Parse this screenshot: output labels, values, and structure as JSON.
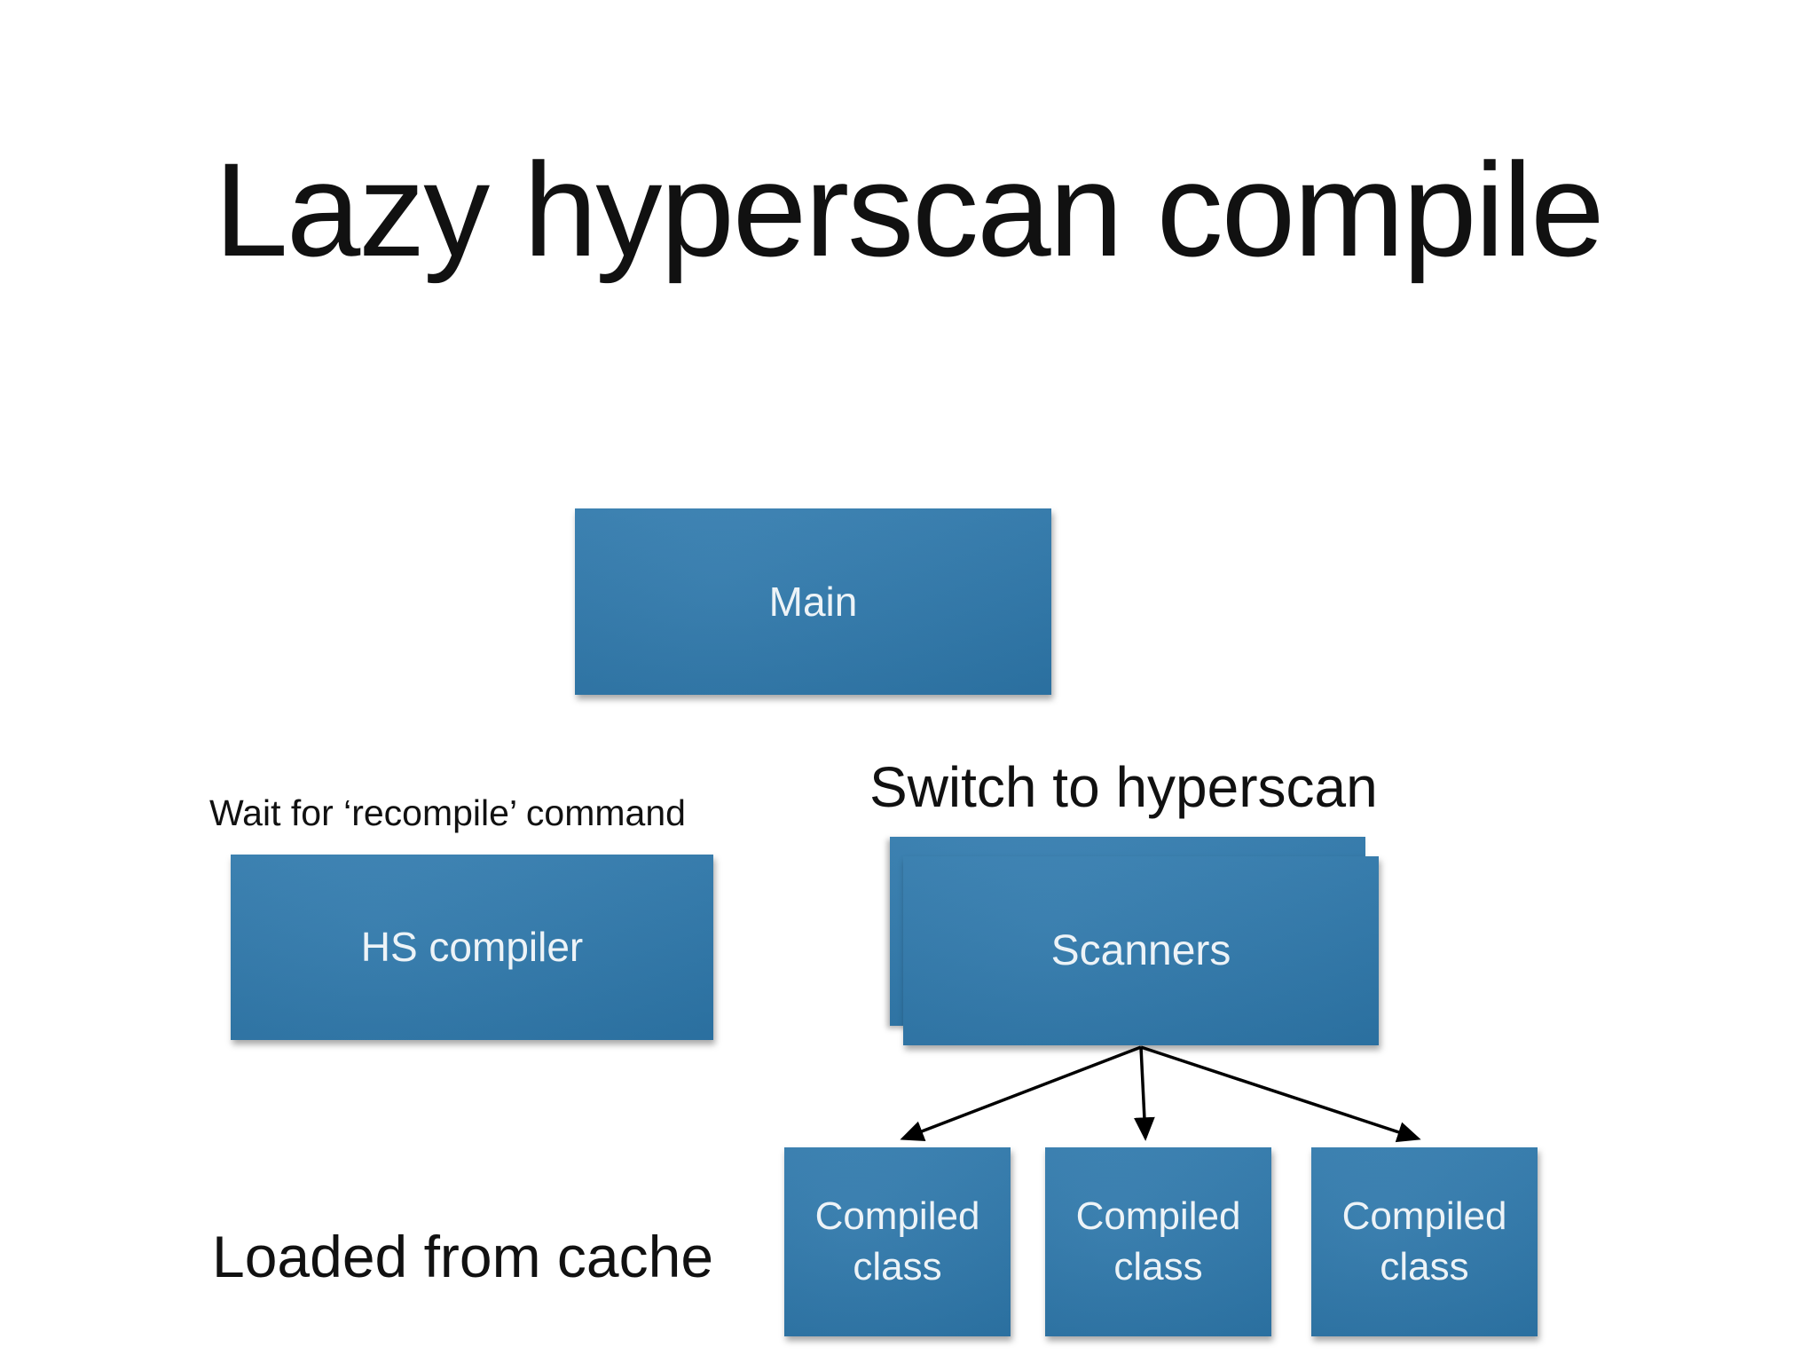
{
  "slide": {
    "title": "Lazy hyperscan compile",
    "annotations": {
      "wait_command": "Wait for ‘recompile’ command",
      "switch_hyperscan": "Switch to hyperscan",
      "loaded_from_cache": "Loaded from cache"
    },
    "nodes": {
      "main": {
        "label": "Main"
      },
      "hs_compiler": {
        "label": "HS compiler"
      },
      "scanners": {
        "label": "Scanners"
      },
      "compiled_classes": [
        {
          "label": "Compiled class"
        },
        {
          "label": "Compiled class"
        },
        {
          "label": "Compiled class"
        }
      ]
    },
    "colors": {
      "background": "#ffffff",
      "box_fill": "#2e79ad",
      "box_text": "#edf3f7",
      "text": "#111111",
      "arrow": "#000000"
    }
  }
}
